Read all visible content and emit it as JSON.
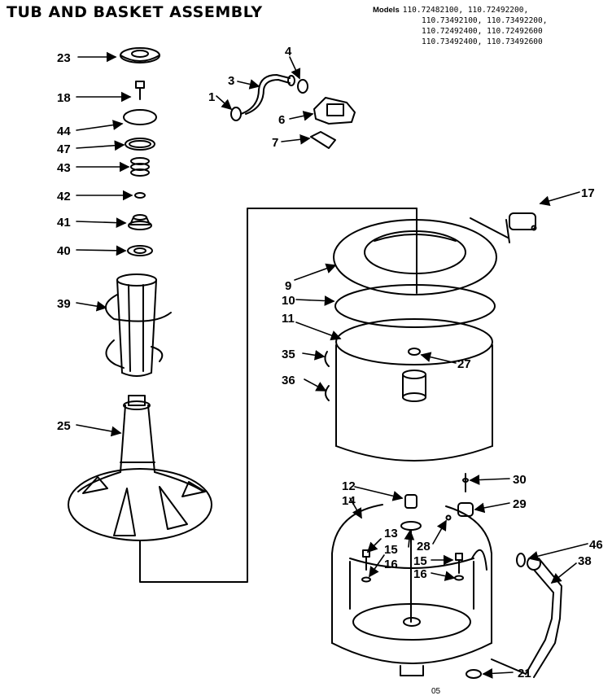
{
  "title": "TUB AND BASKET ASSEMBLY",
  "models": {
    "label": "Models",
    "numbers": [
      "110.72482100,",
      "110.72492200,",
      "110.73492100,",
      "110.73492200,",
      "110.72492400,",
      "110.72492600",
      "110.73492400,",
      "110.73492600"
    ]
  },
  "callouts": {
    "c1": "1",
    "c3": "3",
    "c4": "4",
    "c6": "6",
    "c7": "7",
    "c9": "9",
    "c10": "10",
    "c11": "11",
    "c12": "12",
    "c13": "13",
    "c14": "14",
    "c15a": "15",
    "c15b": "15",
    "c16a": "16",
    "c16b": "16",
    "c17": "17",
    "c18": "18",
    "c21": "21",
    "c23": "23",
    "c25": "25",
    "c27": "27",
    "c28": "28",
    "c29": "29",
    "c30": "30",
    "c35": "35",
    "c36": "36",
    "c38": "38",
    "c39": "39",
    "c40": "40",
    "c41": "41",
    "c42": "42",
    "c43": "43",
    "c44": "44",
    "c46": "46",
    "c47": "47"
  },
  "footer_code": "05"
}
